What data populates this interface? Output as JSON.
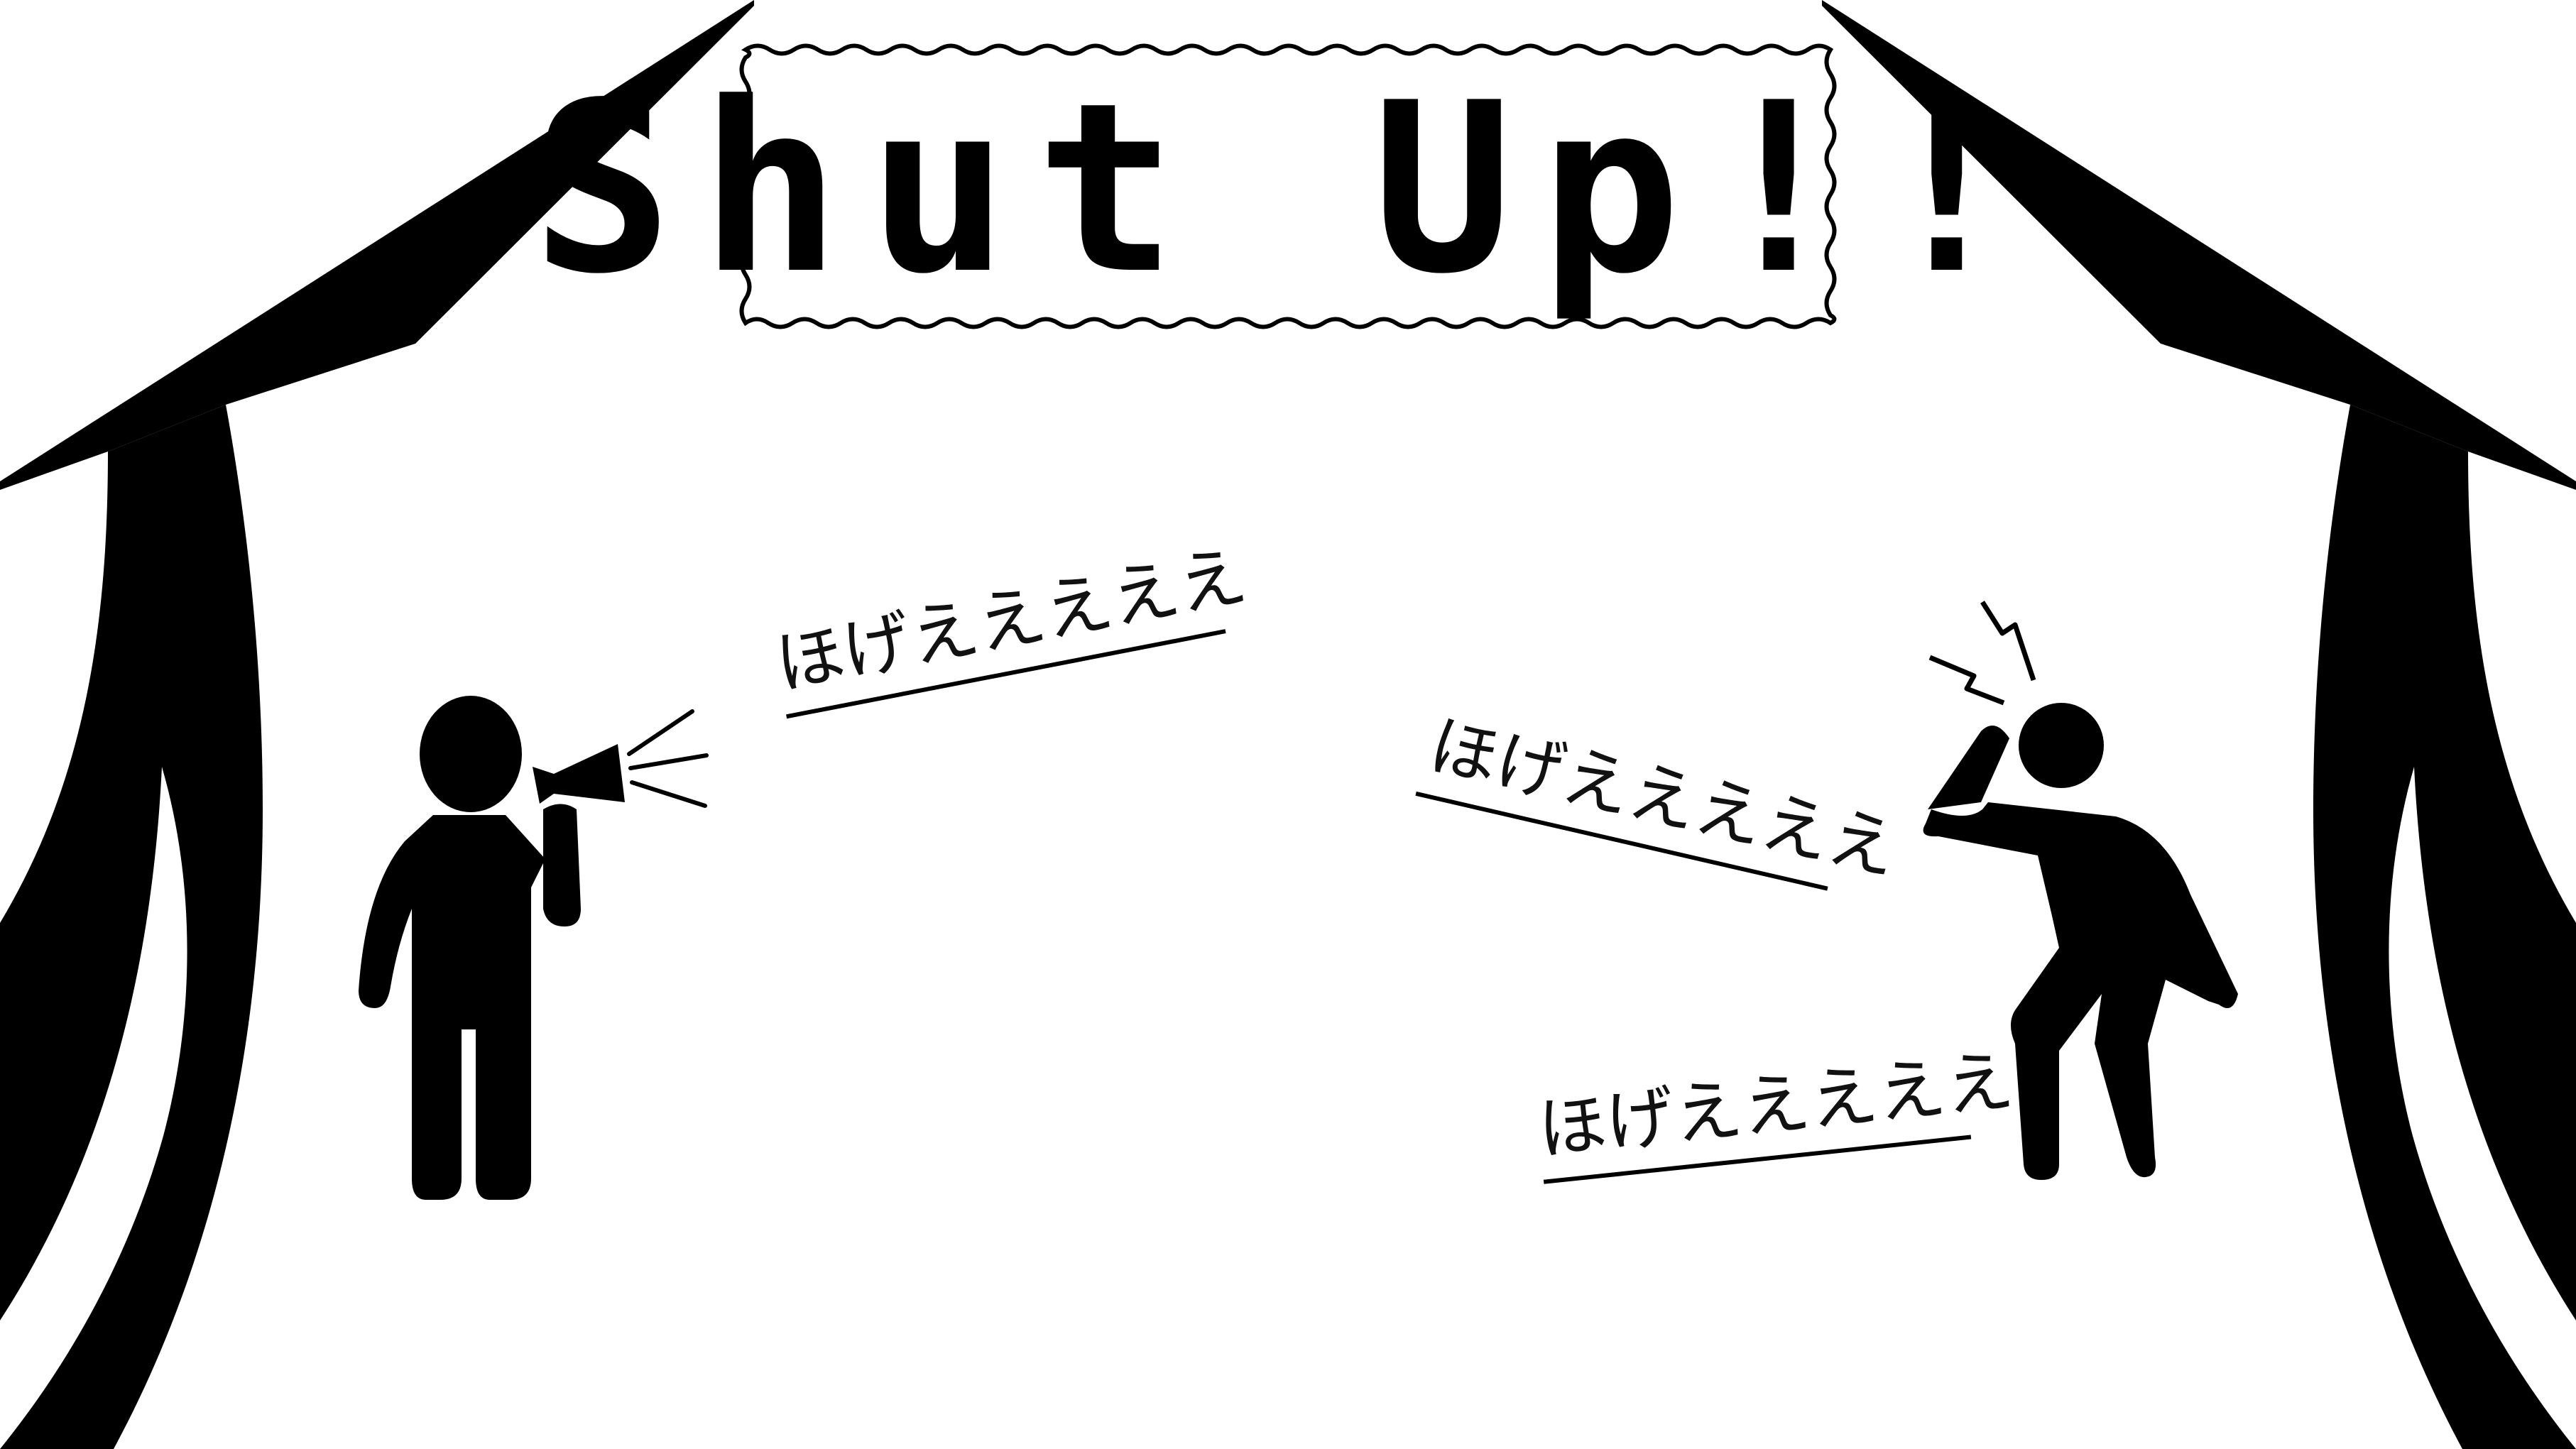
{
  "title": {
    "text": "Shut Up!!"
  },
  "shouts": [
    {
      "text": "ほげえええええ"
    },
    {
      "text": "ほげえええええ"
    },
    {
      "text": "ほげえええええ"
    }
  ],
  "colors": {
    "ink": "#000000",
    "background": "#ffffff"
  }
}
